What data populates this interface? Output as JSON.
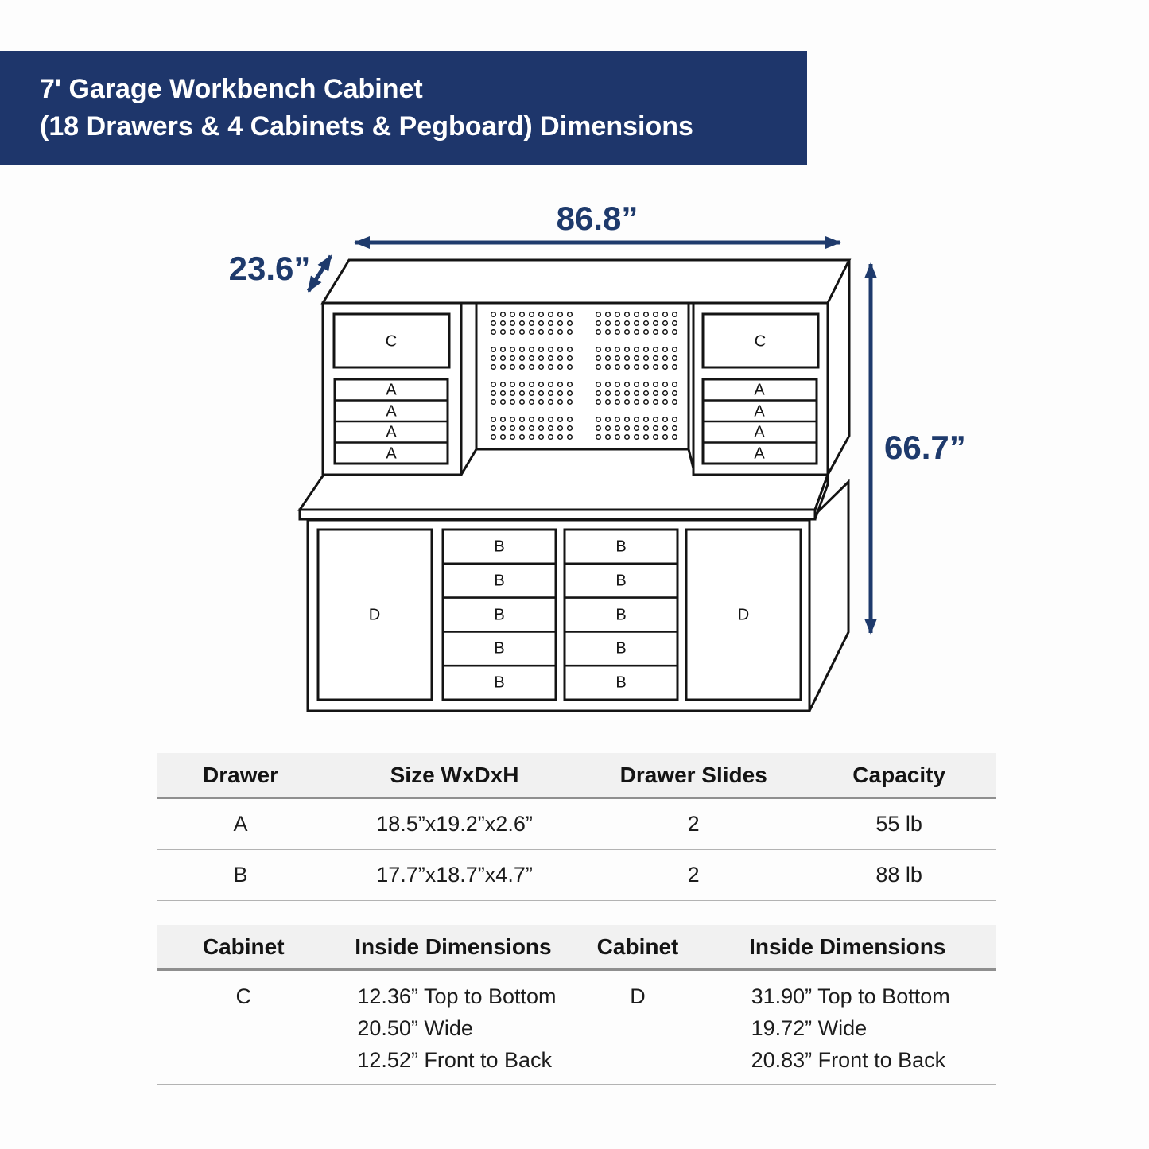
{
  "banner": {
    "title_line1": "7' Garage Workbench Cabinet",
    "title_line2": "(18 Drawers & 4 Cabinets & Pegboard) Dimensions"
  },
  "diagram": {
    "dimensions": {
      "width": "86.8”",
      "depth": "23.6”",
      "height": "66.7”"
    },
    "labels": {
      "cabinet_c": "C",
      "drawer_a": "A",
      "drawer_b": "B",
      "cabinet_d": "D"
    },
    "colors": {
      "accent_navy": "#1e3a6c",
      "line_black": "#141414",
      "banner_navy": "#1e366b"
    }
  },
  "tables": {
    "drawer": {
      "headers": [
        "Drawer",
        "Size WxDxH",
        "Drawer Slides",
        "Capacity"
      ],
      "rows": [
        {
          "drawer": "A",
          "size": "18.5”x19.2”x2.6”",
          "slides": "2",
          "capacity": "55 lb"
        },
        {
          "drawer": "B",
          "size": "17.7”x18.7”x4.7”",
          "slides": "2",
          "capacity": "88 lb"
        }
      ]
    },
    "cabinet": {
      "headers": [
        "Cabinet",
        "Inside Dimensions",
        "Cabinet",
        "Inside Dimensions"
      ],
      "rows": [
        {
          "id": "C",
          "dims": [
            "12.36” Top to Bottom",
            "20.50” Wide",
            "12.52” Front to Back"
          ]
        },
        {
          "id": "D",
          "dims": [
            "31.90” Top to Bottom",
            "19.72” Wide",
            "20.83” Front to Back"
          ]
        }
      ]
    }
  }
}
